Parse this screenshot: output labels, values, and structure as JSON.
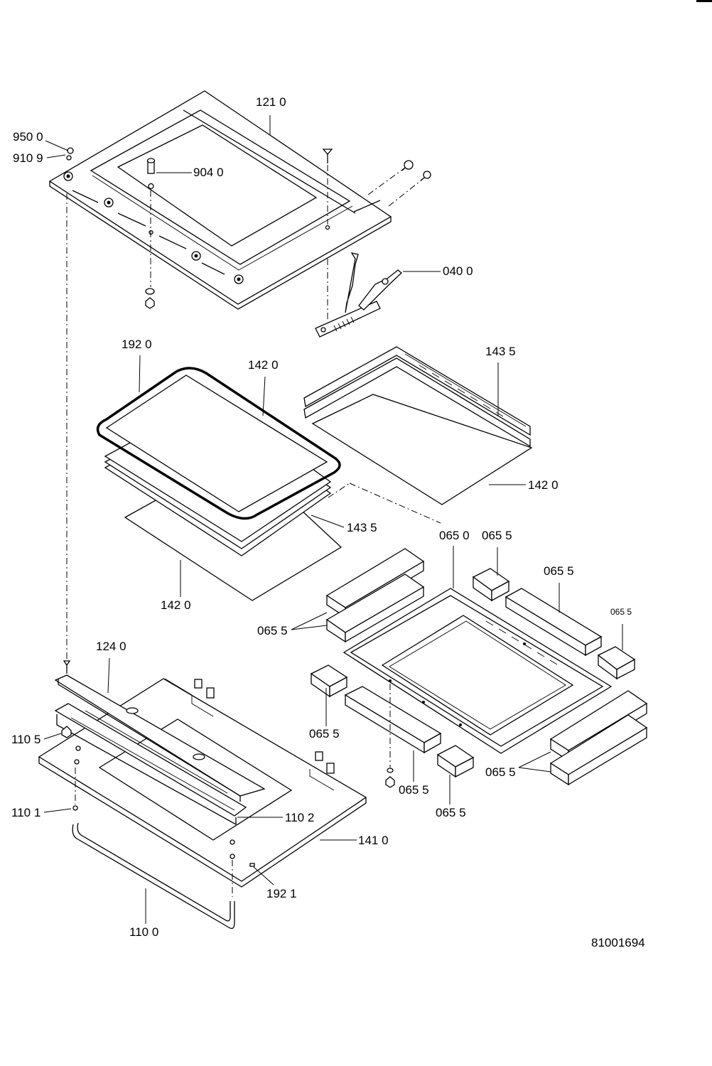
{
  "labels": {
    "p1210": "121 0",
    "p9500": "950 0",
    "p9109": "910 9",
    "p9040": "904 0",
    "p0400": "040 0",
    "p1920": "192 0",
    "p1420_a": "142 0",
    "p1435_a": "143 5",
    "p1420_b": "142 0",
    "p1435_b": "143 5",
    "p1420_c": "142 0",
    "p0650": "065 0",
    "p0655_a": "065 5",
    "p0655_b": "065 5",
    "p0655_c": "065 5",
    "p0655_d": "065 5",
    "p1240": "124 0",
    "p1105": "110 5",
    "p0655_e": "065 5",
    "p0655_f": "065 5",
    "p0655_g": "065 5",
    "p0655_h": "065 5",
    "p1101": "110 1",
    "p1102": "110 2",
    "p1410": "141 0",
    "p1921": "192 1",
    "p1100": "110 0"
  },
  "document_number": "81001694"
}
